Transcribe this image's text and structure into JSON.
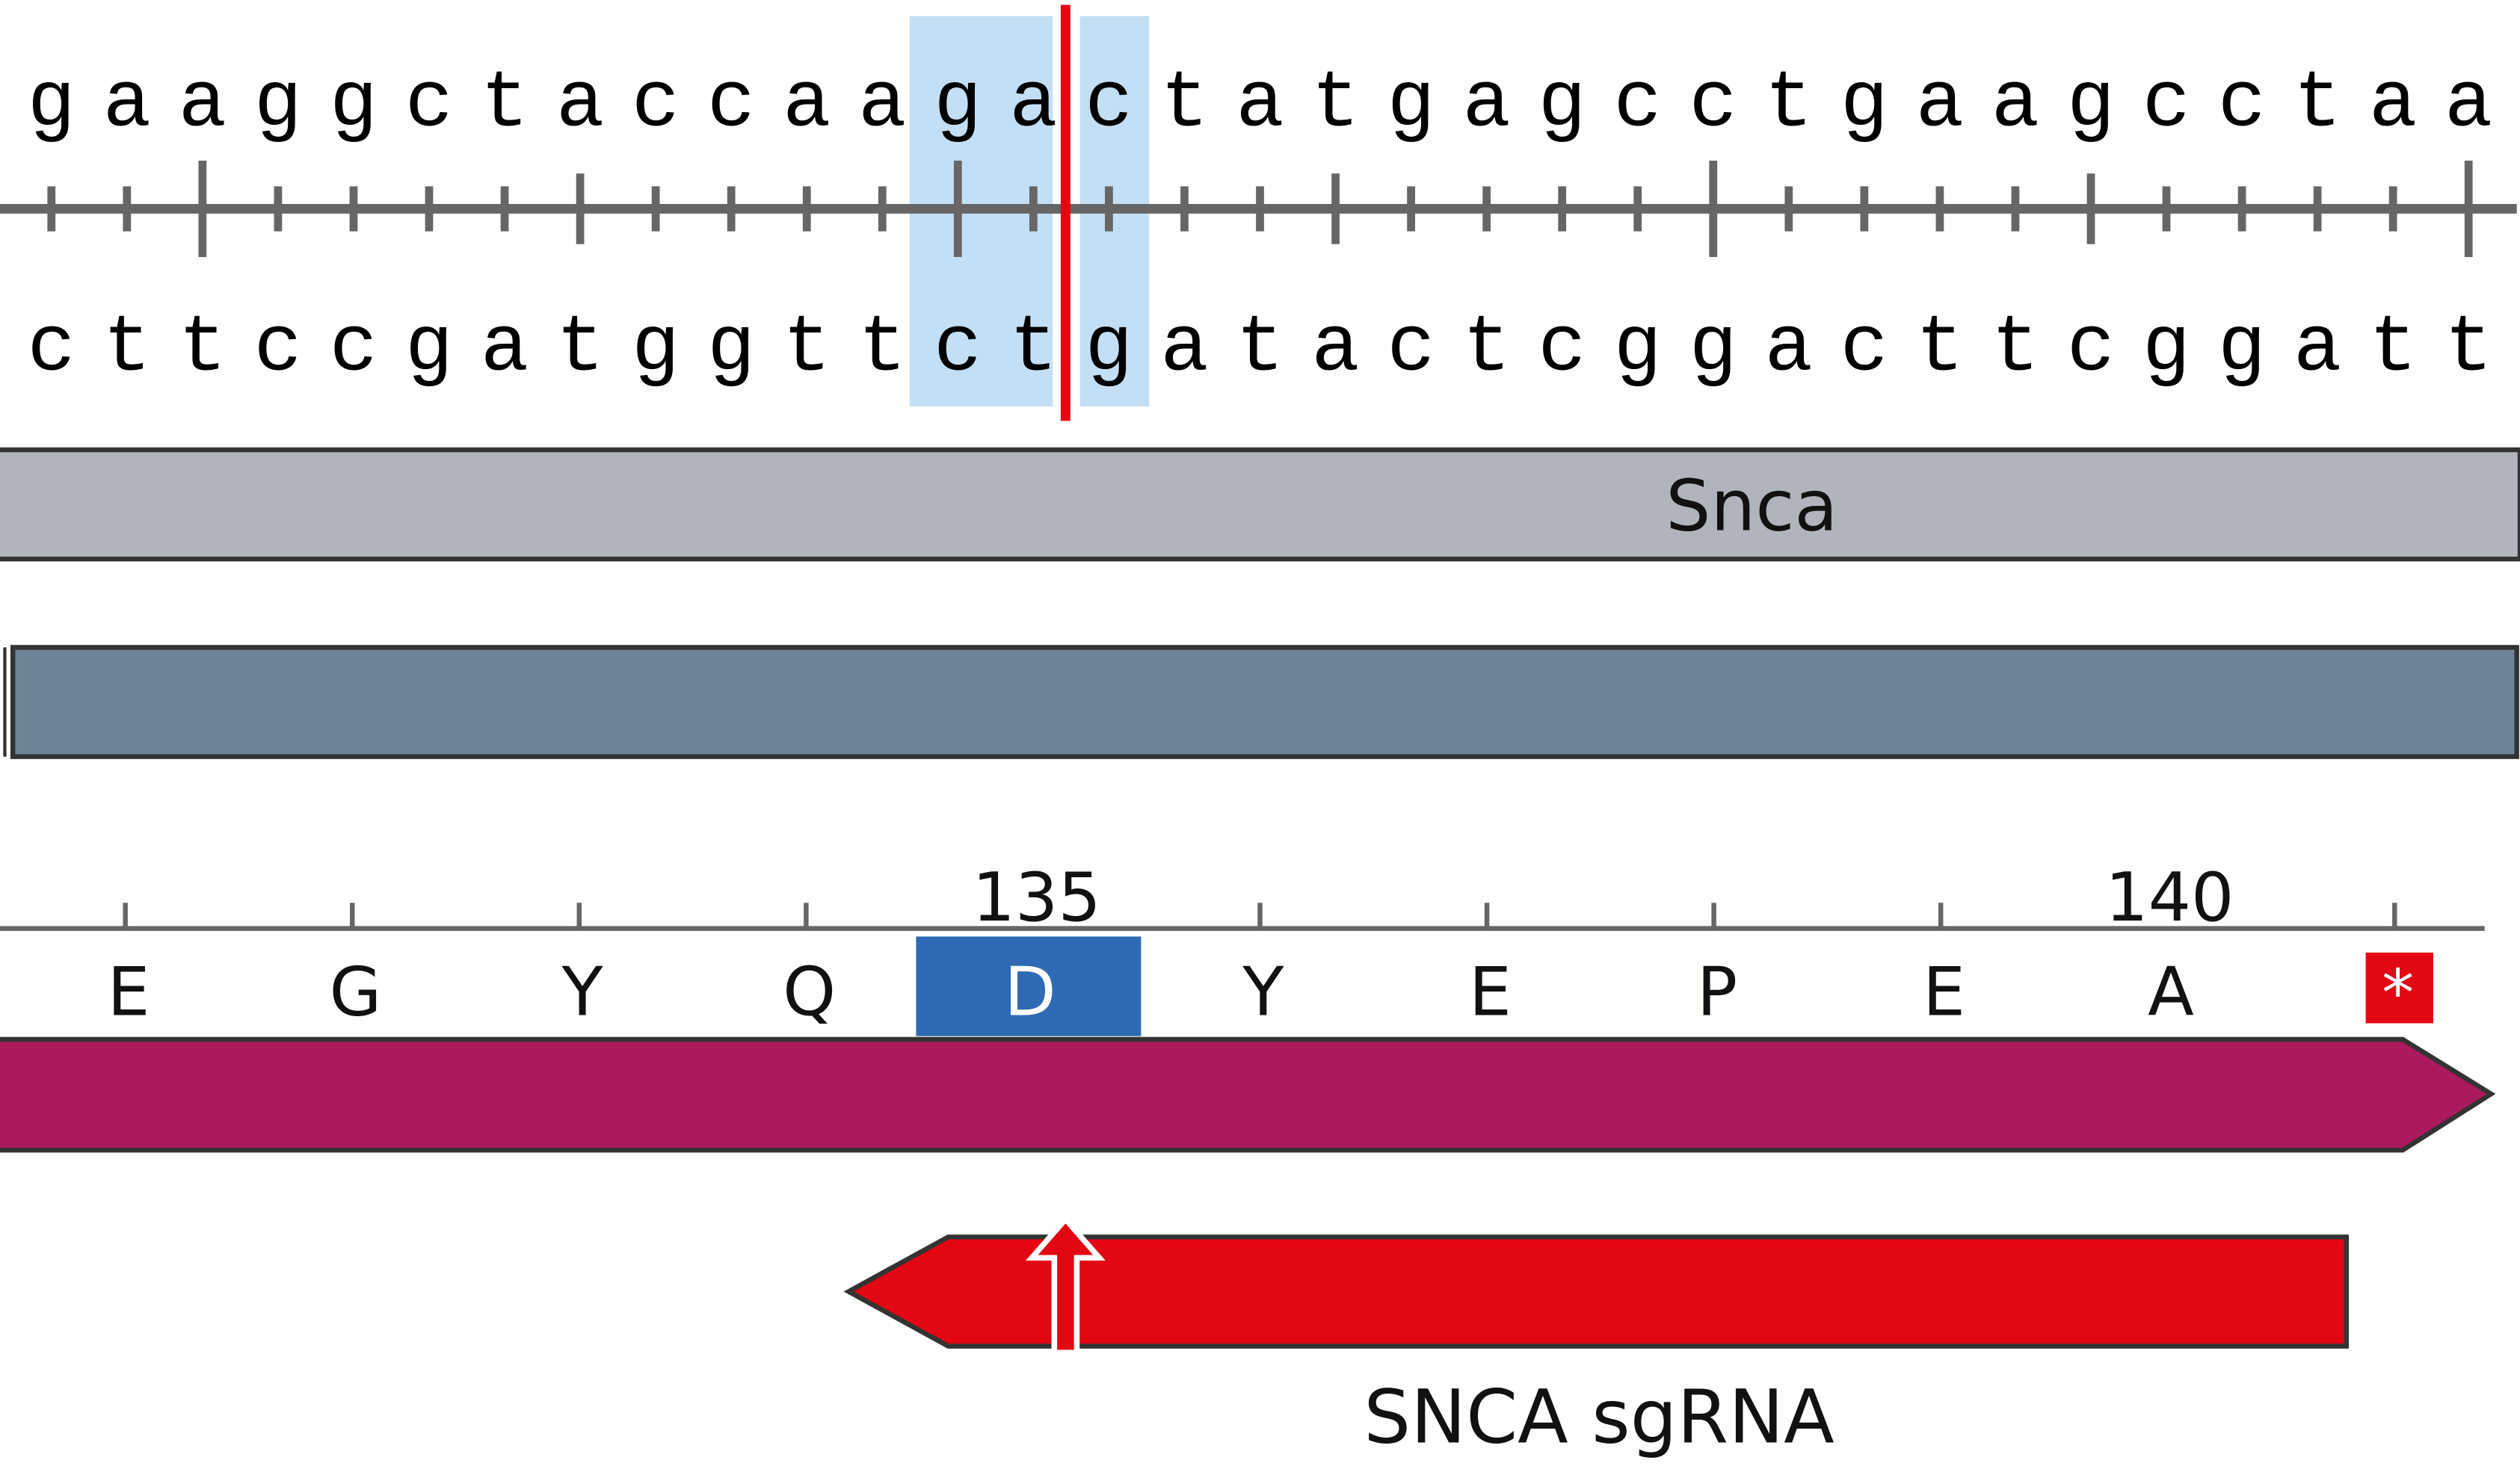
{
  "sequence": {
    "top_strand": "gaaggctaccaagactatgagcctgaagcctaa",
    "bottom_strand": "cttccgatggttctgatactcggacttcggatt",
    "highlight_color": "#c3dff5",
    "cut_color": "#e30613"
  },
  "gene": {
    "label": "Snca",
    "color": "#b0b5bd"
  },
  "transcript": {
    "color": "#6f8397"
  },
  "protein": {
    "position_labels": [
      {
        "text": "135",
        "index": 4
      },
      {
        "text": "140",
        "index": 9
      }
    ],
    "residues": [
      "E",
      "G",
      "Y",
      "Q",
      "D",
      "Y",
      "E",
      "P",
      "E",
      "A",
      "*"
    ],
    "highlighted_index": 4,
    "highlight_color": "#2f6bb5",
    "stop_color": "#e30613",
    "cds_color": "#ab1a5c"
  },
  "sgrna": {
    "label": "SNCA sgRNA",
    "color": "#e30613"
  }
}
